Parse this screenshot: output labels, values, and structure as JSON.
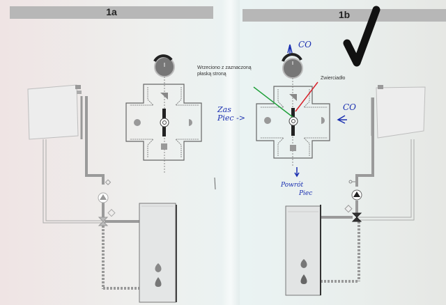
{
  "panels": [
    {
      "id": "1a",
      "label": "1a"
    },
    {
      "id": "1b",
      "label": "1b"
    }
  ],
  "annotations": {
    "printed": {
      "spindle_label": "Wrzeciono z zaznaczoną płaską stroną",
      "spindle_line1": "Wrzeciono z zaznaczoną",
      "spindle_line2": "płaską stroną",
      "mirror_label": "Zwierciadło"
    },
    "handwritten": {
      "top_port": "CO",
      "right_port": "CO",
      "left_port_line1": "Zas",
      "left_port_line2": "Piec ->",
      "bottom_port_line1": "Powrót",
      "bottom_port_line2": "Piec",
      "checkmark": "✓"
    }
  },
  "colors": {
    "banner": "#b7b7b7",
    "handwriting": "#1a2fb0",
    "green_line": "#1fa03a",
    "red_line": "#d8202a",
    "checkmark": "#111111",
    "diagram_line": "#555555",
    "pipe": "#8c8c8c"
  },
  "icons": [
    "radiator-icon",
    "boiler-icon",
    "flame-icon",
    "water-drop-icon",
    "pump-icon",
    "mixing-valve-icon",
    "knob-icon",
    "checkmark-icon"
  ]
}
